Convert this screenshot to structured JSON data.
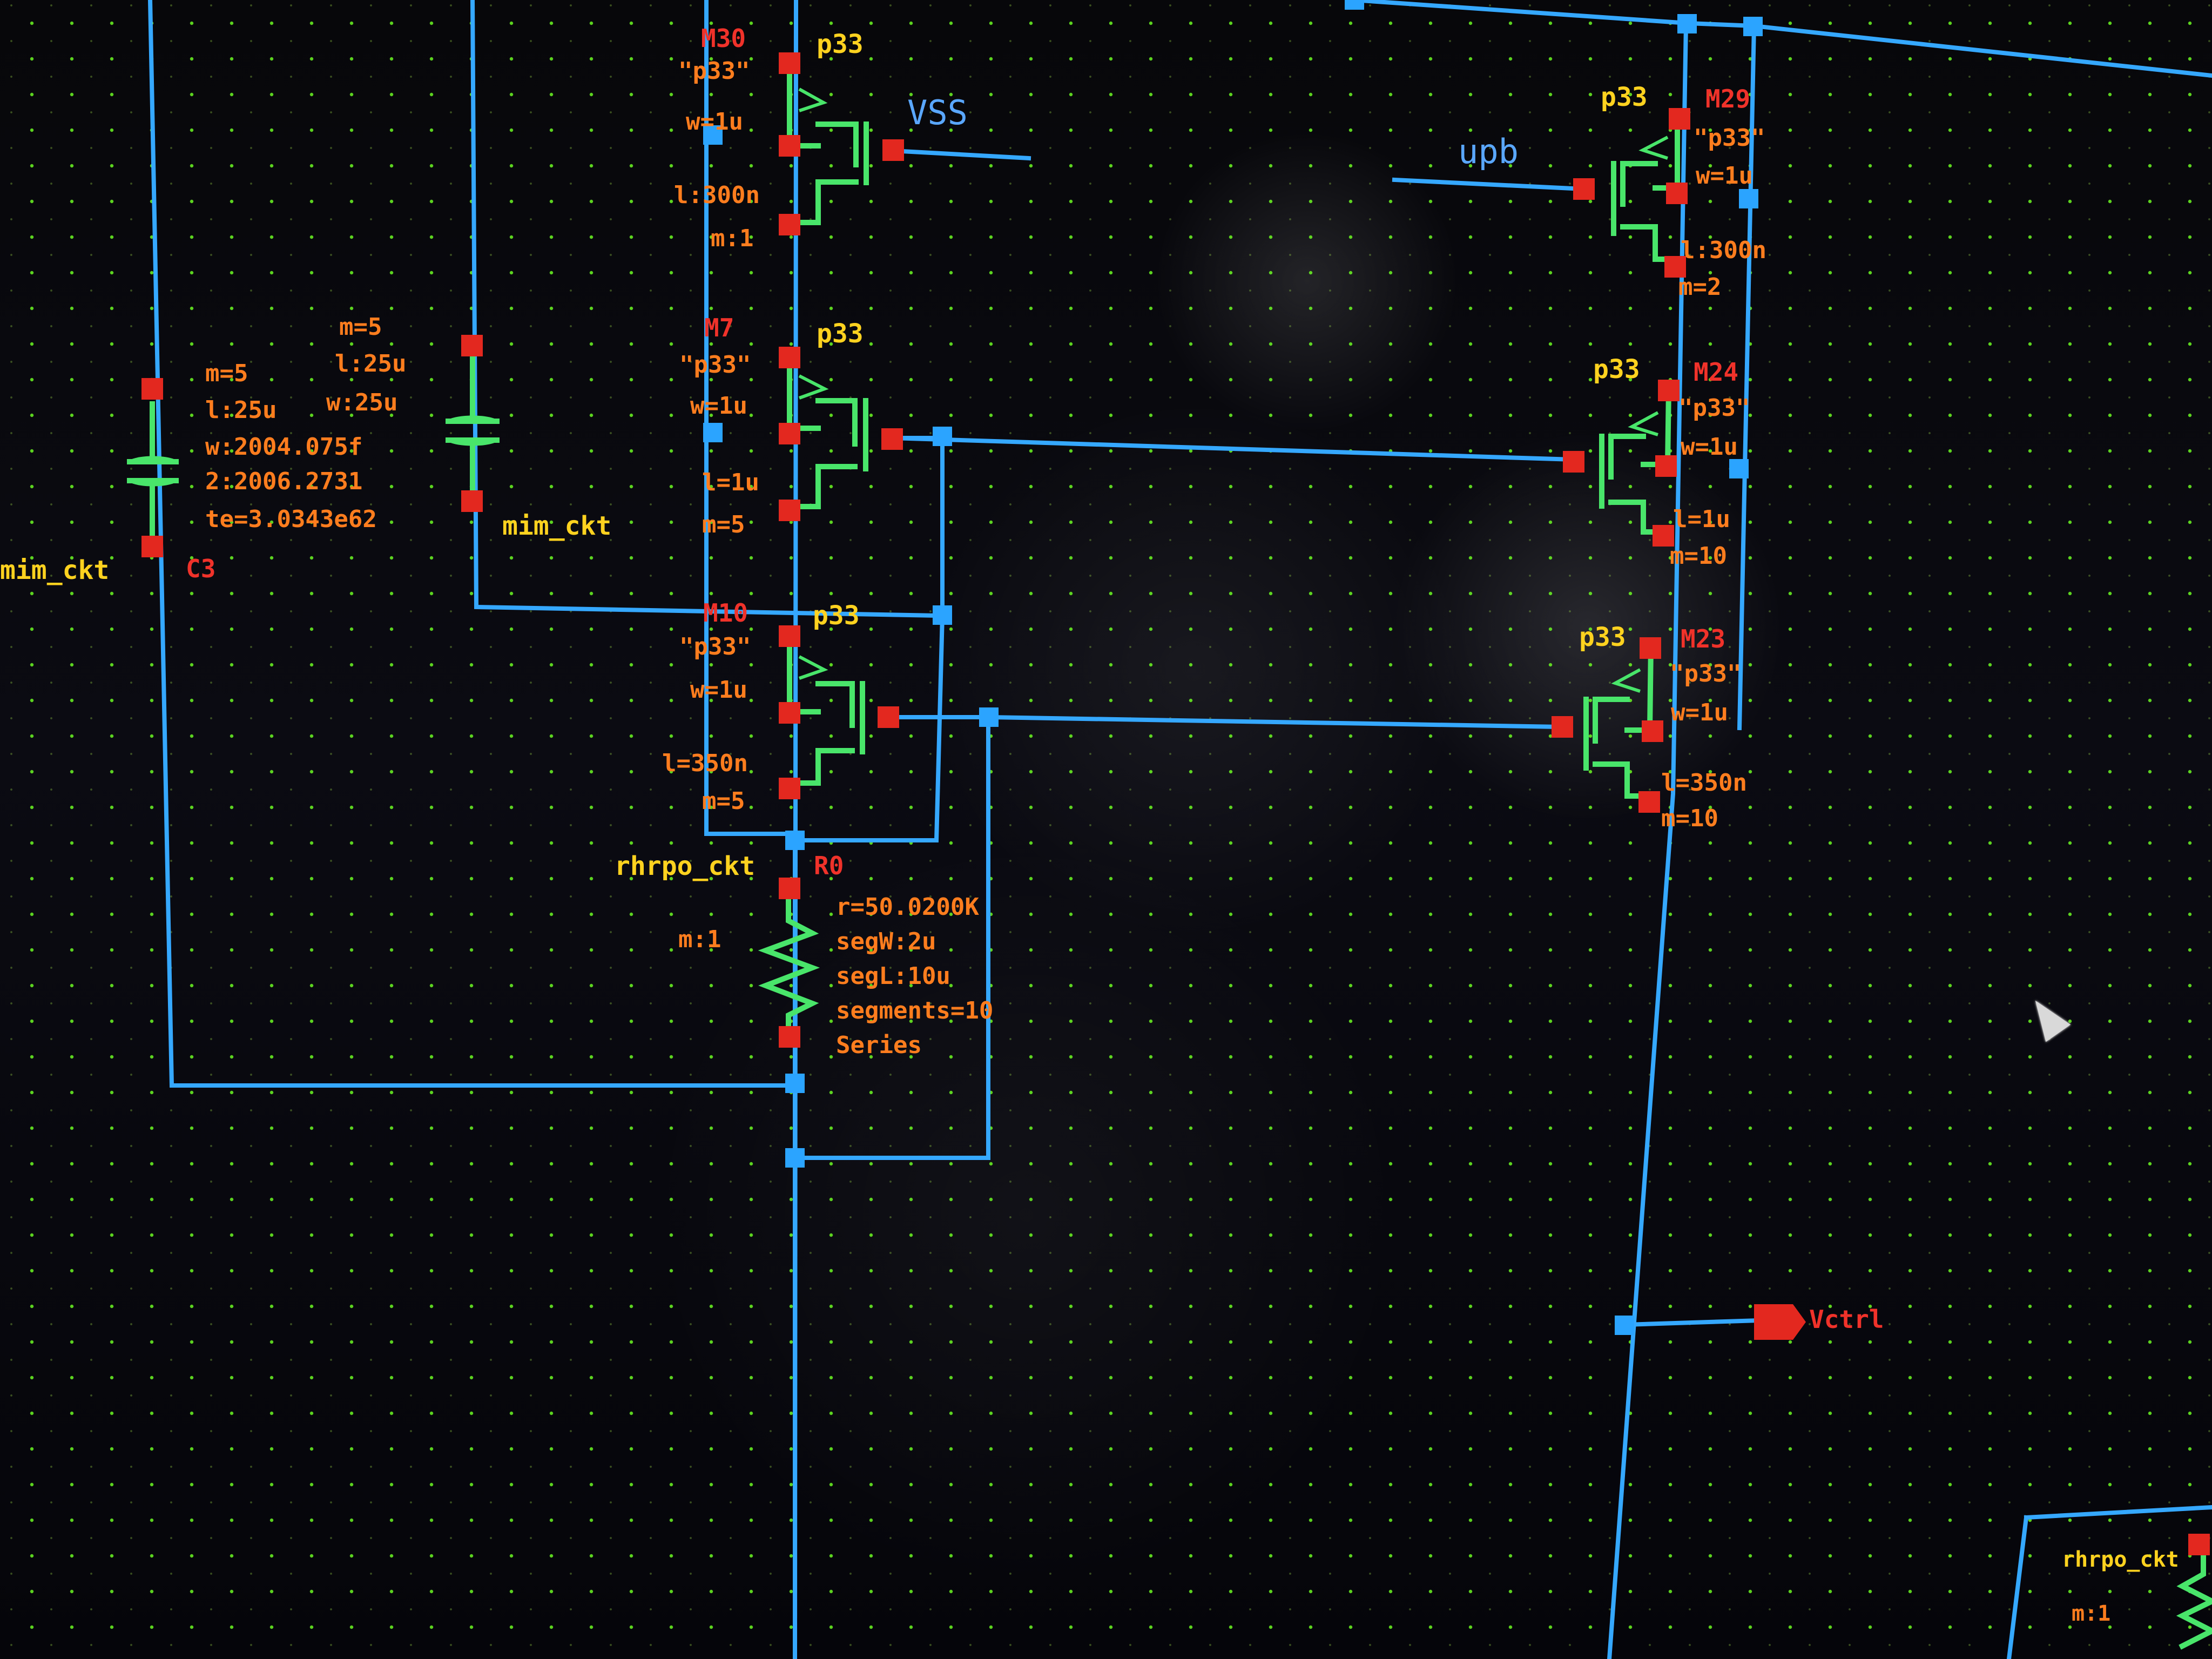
{
  "screen": {
    "app": "",
    "visible_text": [
      "M30",
      "p33",
      "\"p33\"",
      "w=1u",
      "l:300n",
      "m:1",
      "VSS",
      "M7",
      "p33",
      "\"p33\"",
      "w=1u",
      "l=1u",
      "m=5",
      "M10",
      "p33",
      "\"p33\"",
      "w=1u",
      "l=350n",
      "m=5",
      "rhrpo_ckt",
      "R0",
      "m:1",
      "r=50.0200K",
      "segW:2u",
      "segL:10u",
      "segments=10",
      "Series",
      "m=5",
      "l:25u",
      "w:25u",
      "m=5",
      "l:25u",
      "w:2004.075f",
      "2:2006.2731",
      "te=3.0343e62",
      "mim_ckt",
      "mim_ckt",
      "C3",
      "p33",
      "M29",
      "\"p33\"",
      "w=1u",
      "upb",
      "l:300n",
      "m=2",
      "p33",
      "M24",
      "\"p33\"",
      "w=1u",
      "l=1u",
      "m=10",
      "p33",
      "M23",
      "\"p33\"",
      "w=1u",
      "l=350n",
      "m=10",
      "Vctrl",
      "rhrpo_ckt",
      "m:1"
    ]
  },
  "labels": {
    "m30": "M30",
    "m30_model_top": "p33",
    "m30_model": "\"p33\"",
    "m30_w": "w=1u",
    "m30_l": "l:300n",
    "m30_m": "m:1",
    "vss": "VSS",
    "m7": "M7",
    "m7_model_top": "p33",
    "m7_model": "\"p33\"",
    "m7_w": "w=1u",
    "m7_l": "l=1u",
    "m7_m": "m=5",
    "m10": "M10",
    "m10_model_top": "p33",
    "m10_model": "\"p33\"",
    "m10_w": "w=1u",
    "m10_l": "l=350n",
    "m10_m": "m=5",
    "r0_name": "rhrpo_ckt",
    "r0": "R0",
    "r0_m": "m:1",
    "r0_r": "r=50.0200K",
    "r0_segw": "segW:2u",
    "r0_segl": "segL:10u",
    "r0_segments": "segments=10",
    "r0_series": "Series",
    "cap_top_m": "m=5",
    "cap_top_l": "l:25u",
    "cap_top_w": "w:25u",
    "cap_left_m": "m=5",
    "cap_left_l": "l:25u",
    "cap_left_w": "w:2004.075f",
    "cap_left_2": "2:2006.2731",
    "cap_left_te": "te=3.0343e62",
    "mim_left": "mim_ckt",
    "mim_right": "mim_ckt",
    "c3": "C3",
    "m29_model_top": "p33",
    "m29": "M29",
    "m29_model": "\"p33\"",
    "m29_w": "w=1u",
    "upb": "upb",
    "m29_l": "l:300n",
    "m29_m": "m=2",
    "m24_model_top": "p33",
    "m24": "M24",
    "m24_model": "\"p33\"",
    "m24_w": "w=1u",
    "m24_l": "l=1u",
    "m24_m": "m=10",
    "m23_model_top": "p33",
    "m23": "M23",
    "m23_model": "\"p33\"",
    "m23_w": "w=1u",
    "m23_l": "l=350n",
    "m23_m": "m=10",
    "vctrl": "Vctrl",
    "bottom_r_name": "rhrpo_ckt",
    "bottom_r_m": "m:1"
  },
  "colors": {
    "wire": "#35a8ff",
    "device": "#49e56a",
    "pin": "#e3281f",
    "param_text": "#ff7d1e",
    "name_text": "#ffd21f",
    "grid": "#6eff23"
  },
  "icons": {
    "cursor": "arrow-cursor-icon",
    "output_pin": "output-pin-icon"
  }
}
